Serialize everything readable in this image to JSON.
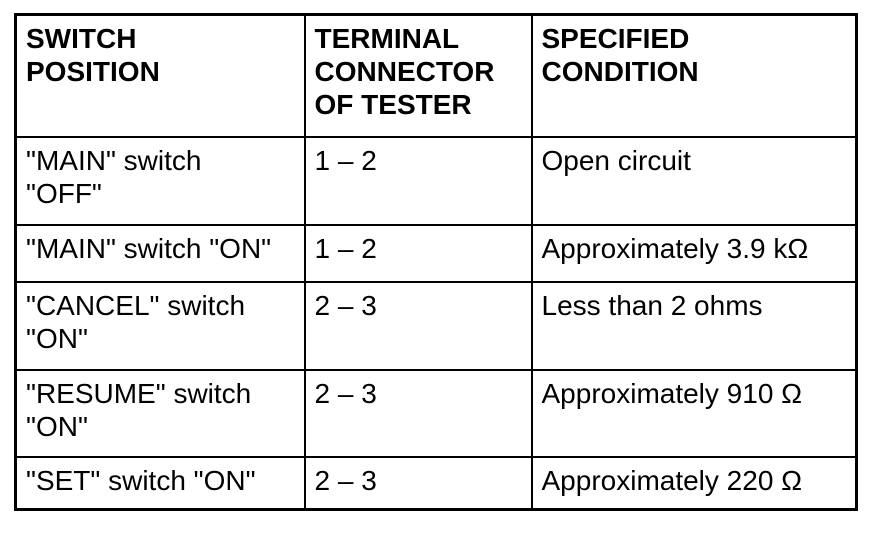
{
  "page": {
    "background_color": "#ffffff",
    "border_color": "#000000",
    "text_color": "#000000"
  },
  "table": {
    "headers": {
      "switch_position": "SWITCH\nPOSITION",
      "terminal_connector": "TERMINAL\nCONNECTOR\nOF TESTER",
      "specified_condition": "SPECIFIED\nCONDITION"
    },
    "rows": [
      {
        "switch_position": "\"MAIN\" switch\n\"OFF\"",
        "terminal_connector": "1 – 2",
        "specified_condition": "Open circuit"
      },
      {
        "switch_position": "\"MAIN\" switch \"ON\"",
        "terminal_connector": "1 – 2",
        "specified_condition": "Approximately 3.9 kΩ"
      },
      {
        "switch_position": "\"CANCEL\" switch\n\"ON\"",
        "terminal_connector": "2 – 3",
        "specified_condition": "Less than 2 ohms"
      },
      {
        "switch_position": "\"RESUME\" switch\n\"ON\"",
        "terminal_connector": "2 – 3",
        "specified_condition": "Approximately 910 Ω"
      },
      {
        "switch_position": "\"SET\" switch \"ON\"",
        "terminal_connector": "2 – 3",
        "specified_condition": "Approximately 220 Ω"
      }
    ]
  }
}
